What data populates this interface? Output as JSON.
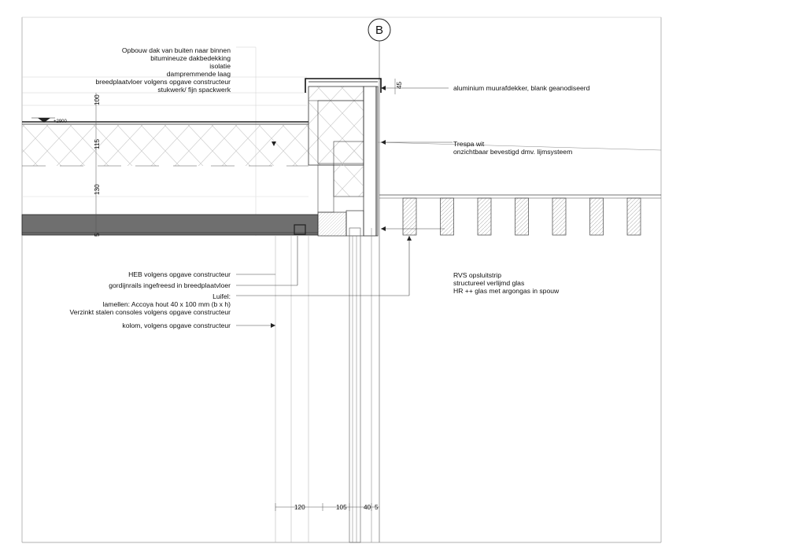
{
  "grid_marker": "B",
  "level_mark": "+2900",
  "left_notes": {
    "roof_build_up": [
      "Opbouw dak van buiten naar binnen",
      "bitumineuze dakbedekking",
      "isolatie",
      "dampremmende laag",
      "breedplaatvloer volgens opgave constructeur",
      "stukwerk/ fijn spackwerk"
    ],
    "heb": "HEB volgens opgave constructeur",
    "gordijnrails": "gordijnrails ingefreesd in breedplaatvloer",
    "luifel": [
      "Luifel:",
      "lamellen: Accoya hout 40 x 100 mm (b x h)",
      "Verzinkt stalen consoles volgens opgave constructeur"
    ],
    "kolom": "kolom, volgens opgave constructeur"
  },
  "right_notes": {
    "muurafdekker": "aluminium muurafdekker, blank geanodiseerd",
    "trespa": [
      "Trespa wit",
      "onzichtbaar bevestigd dmv. lijmsysteem"
    ],
    "glazing": [
      "RVS opsluitstrip",
      "structureel verlijmd glas",
      "HR ++ glas met argongas in spouw"
    ]
  },
  "vertical_dims": [
    "100",
    "115",
    "130",
    "5"
  ],
  "top_dim": "45",
  "bottom_dims": [
    "120",
    "105",
    "40",
    "5"
  ]
}
